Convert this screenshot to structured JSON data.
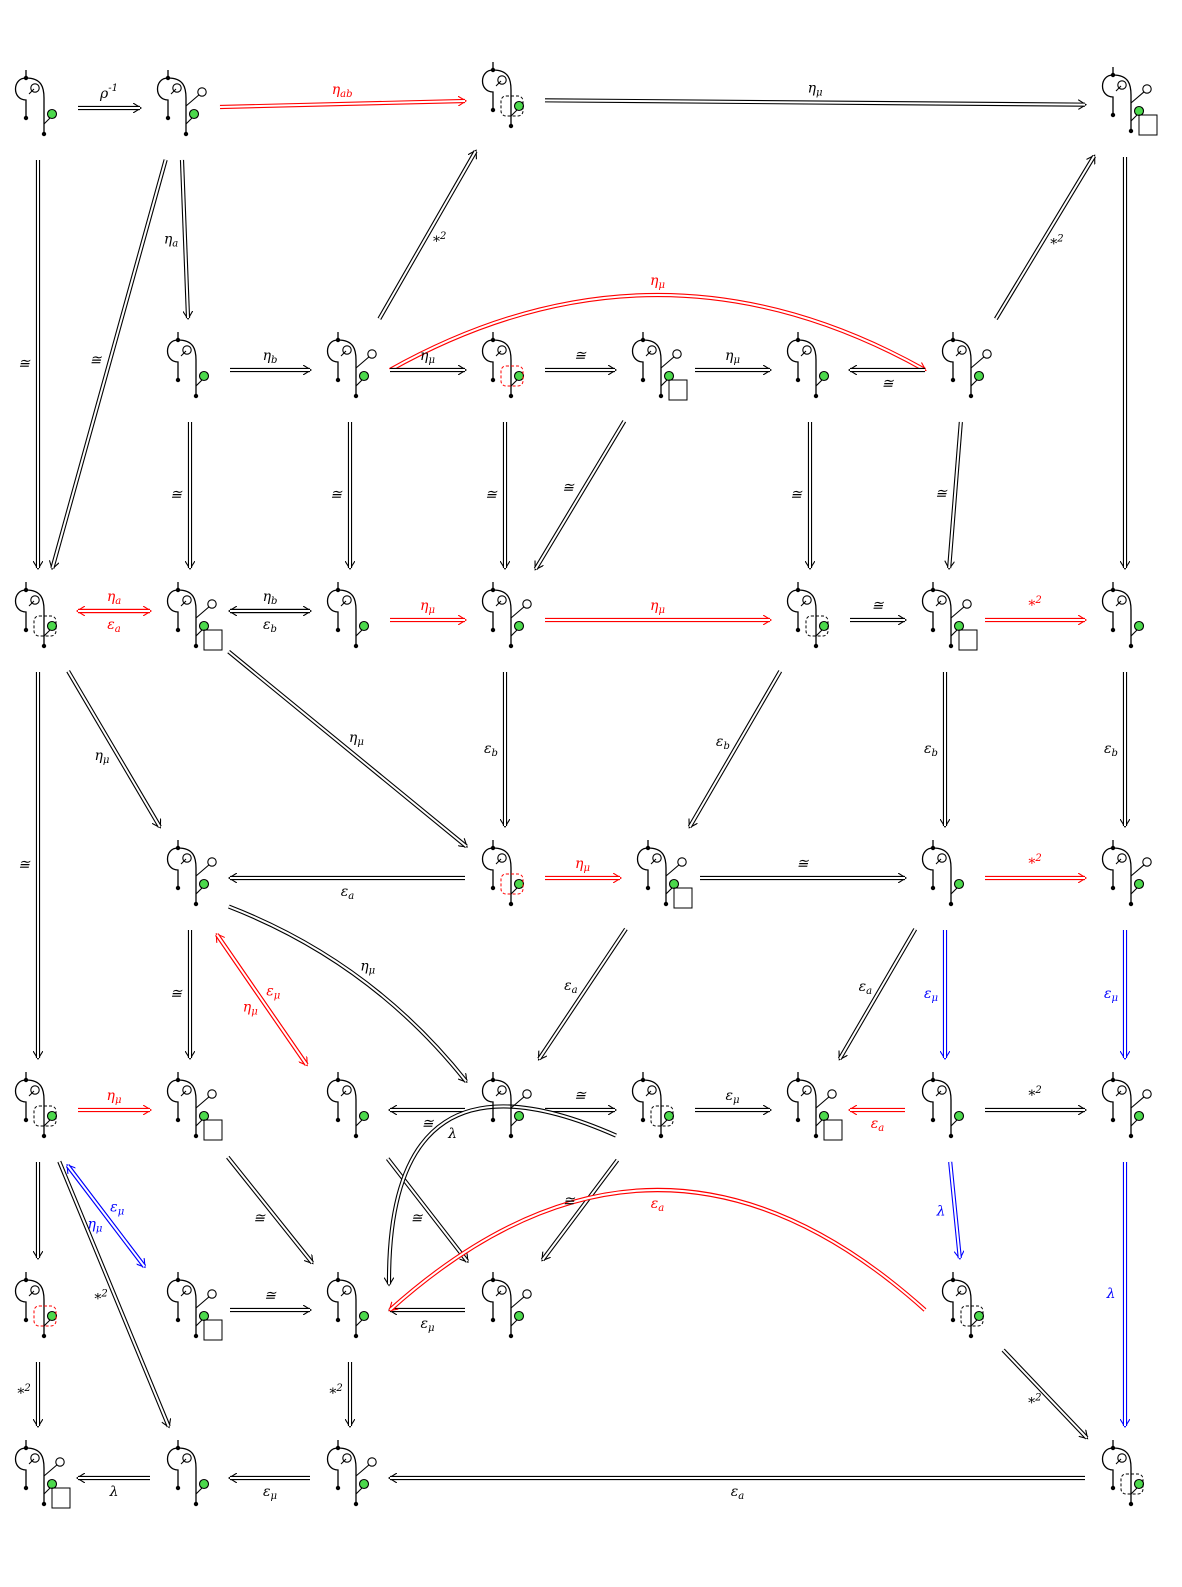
{
  "colors": {
    "black": "#000000",
    "red": "#ff0000",
    "blue": "#0000ff",
    "green_node": "#4cd94c"
  },
  "nodes": [
    {
      "id": "n_r0c0",
      "kind": "string-diagram"
    },
    {
      "id": "n_r0c1",
      "kind": "string-diagram"
    },
    {
      "id": "n_r0c2",
      "kind": "string-diagram"
    },
    {
      "id": "n_r0c3",
      "kind": "string-diagram"
    },
    {
      "id": "n_r1c1",
      "kind": "string-diagram"
    },
    {
      "id": "n_r1c2",
      "kind": "string-diagram"
    },
    {
      "id": "n_r1c3",
      "kind": "string-diagram"
    },
    {
      "id": "n_r1c4",
      "kind": "string-diagram"
    },
    {
      "id": "n_r1c5",
      "kind": "string-diagram"
    },
    {
      "id": "n_r1c6",
      "kind": "string-diagram"
    },
    {
      "id": "n_r2c0",
      "kind": "string-diagram"
    },
    {
      "id": "n_r2c1",
      "kind": "string-diagram"
    },
    {
      "id": "n_r2c2",
      "kind": "string-diagram"
    },
    {
      "id": "n_r2c3",
      "kind": "string-diagram"
    },
    {
      "id": "n_r2c4",
      "kind": "string-diagram"
    },
    {
      "id": "n_r2c5",
      "kind": "string-diagram"
    },
    {
      "id": "n_r2c6",
      "kind": "string-diagram"
    },
    {
      "id": "n_r3c1",
      "kind": "string-diagram"
    },
    {
      "id": "n_r3c3",
      "kind": "string-diagram"
    },
    {
      "id": "n_r3c4",
      "kind": "string-diagram"
    },
    {
      "id": "n_r3c5",
      "kind": "string-diagram"
    },
    {
      "id": "n_r3c6",
      "kind": "string-diagram"
    },
    {
      "id": "n_r4c0",
      "kind": "string-diagram"
    },
    {
      "id": "n_r4c1",
      "kind": "string-diagram"
    },
    {
      "id": "n_r4c2",
      "kind": "string-diagram"
    },
    {
      "id": "n_r4c3",
      "kind": "string-diagram"
    },
    {
      "id": "n_r4c4",
      "kind": "string-diagram"
    },
    {
      "id": "n_r4c5",
      "kind": "string-diagram"
    },
    {
      "id": "n_r4c6",
      "kind": "string-diagram"
    },
    {
      "id": "n_r4c7",
      "kind": "string-diagram"
    },
    {
      "id": "n_r5c0",
      "kind": "string-diagram"
    },
    {
      "id": "n_r5c1",
      "kind": "string-diagram"
    },
    {
      "id": "n_r5c2",
      "kind": "string-diagram"
    },
    {
      "id": "n_r5c3",
      "kind": "string-diagram"
    },
    {
      "id": "n_r5c5",
      "kind": "string-diagram"
    },
    {
      "id": "n_r6c0",
      "kind": "string-diagram"
    },
    {
      "id": "n_r6c1",
      "kind": "string-diagram"
    },
    {
      "id": "n_r6c2",
      "kind": "string-diagram"
    },
    {
      "id": "n_r6c3",
      "kind": "string-diagram"
    }
  ],
  "arrows": [
    {
      "from": "n_r0c0",
      "to": "n_r0c1",
      "label": "ρ^{-1}",
      "color": "black"
    },
    {
      "from": "n_r0c1",
      "to": "n_r0c2",
      "label": "η_{ab}",
      "color": "red"
    },
    {
      "from": "n_r0c2",
      "to": "n_r0c3",
      "label": "η_μ",
      "color": "black"
    },
    {
      "from": "n_r1c2",
      "to": "n_r1c6",
      "label": "η_μ",
      "color": "red"
    },
    {
      "from": "n_r0c0",
      "to": "n_r2c0",
      "label": "≅",
      "color": "black"
    },
    {
      "from": "n_r0c1",
      "to": "n_r2c0",
      "label": "≅",
      "color": "black"
    },
    {
      "from": "n_r0c1",
      "to": "n_r1c1",
      "label": "η_a",
      "color": "black"
    },
    {
      "from": "n_r1c2",
      "to": "n_r0c2",
      "label": "*^2",
      "color": "black"
    },
    {
      "from": "n_r1c6",
      "to": "n_r0c3",
      "label": "*^2",
      "color": "black"
    },
    {
      "from": "n_r0c3",
      "to": "n_r2c6",
      "label": "",
      "color": "black"
    },
    {
      "from": "n_r1c1",
      "to": "n_r1c2",
      "label": "η_b",
      "color": "black"
    },
    {
      "from": "n_r1c2",
      "to": "n_r1c3",
      "label": "η_μ",
      "color": "black"
    },
    {
      "from": "n_r1c3",
      "to": "n_r1c4",
      "label": "≅",
      "color": "black"
    },
    {
      "from": "n_r1c4",
      "to": "n_r1c5",
      "label": "η_μ",
      "color": "black"
    },
    {
      "from": "n_r1c6",
      "to": "n_r1c5",
      "label": "≅",
      "color": "black"
    },
    {
      "from": "n_r1c1",
      "to": "n_r2c1",
      "label": "≅",
      "color": "black"
    },
    {
      "from": "n_r1c2",
      "to": "n_r2c2",
      "label": "≅",
      "color": "black"
    },
    {
      "from": "n_r1c3",
      "to": "n_r2c3",
      "label": "≅",
      "color": "black"
    },
    {
      "from": "n_r1c4",
      "to": "n_r2c3",
      "label": "≅",
      "color": "black"
    },
    {
      "from": "n_r1c5",
      "to": "n_r2c4",
      "label": "≅",
      "color": "black"
    },
    {
      "from": "n_r1c6",
      "to": "n_r2c5",
      "label": "≅",
      "color": "black"
    },
    {
      "from": "n_r2c0",
      "to": "n_r2c1",
      "label": "η_a",
      "color": "red"
    },
    {
      "from": "n_r2c1",
      "to": "n_r2c0",
      "label": "ε_a",
      "color": "red"
    },
    {
      "from": "n_r2c1",
      "to": "n_r2c2",
      "label": "η_b",
      "color": "black"
    },
    {
      "from": "n_r2c2",
      "to": "n_r2c1",
      "label": "ε_b",
      "color": "black"
    },
    {
      "from": "n_r2c2",
      "to": "n_r2c3",
      "label": "η_μ",
      "color": "red"
    },
    {
      "from": "n_r2c3",
      "to": "n_r2c4",
      "label": "η_μ",
      "color": "red"
    },
    {
      "from": "n_r2c4",
      "to": "n_r2c5",
      "label": "≅",
      "color": "black"
    },
    {
      "from": "n_r2c5",
      "to": "n_r2c6",
      "label": "*^2",
      "color": "red"
    },
    {
      "from": "n_r2c0",
      "to": "n_r4c0",
      "label": "≅",
      "color": "black"
    },
    {
      "from": "n_r2c0",
      "to": "n_r3c1",
      "label": "η_μ",
      "color": "black"
    },
    {
      "from": "n_r2c1",
      "to": "n_r3c3",
      "label": "η_μ",
      "color": "black"
    },
    {
      "from": "n_r2c3",
      "to": "n_r3c3",
      "label": "ε_b",
      "color": "black"
    },
    {
      "from": "n_r2c4",
      "to": "n_r3c4",
      "label": "ε_b",
      "color": "black"
    },
    {
      "from": "n_r2c5",
      "to": "n_r3c5",
      "label": "ε_b",
      "color": "black"
    },
    {
      "from": "n_r2c6",
      "to": "n_r3c6",
      "label": "ε_b",
      "color": "black"
    },
    {
      "from": "n_r3c3",
      "to": "n_r3c1",
      "label": "ε_a",
      "color": "black"
    },
    {
      "from": "n_r3c3",
      "to": "n_r3c4",
      "label": "η_μ",
      "color": "red"
    },
    {
      "from": "n_r3c4",
      "to": "n_r3c5",
      "label": "≅",
      "color": "black"
    },
    {
      "from": "n_r3c5",
      "to": "n_r3c6",
      "label": "*^2",
      "color": "red"
    },
    {
      "from": "n_r3c1",
      "to": "n_r4c1",
      "label": "≅",
      "color": "black"
    },
    {
      "from": "n_r3c1",
      "to": "n_r4c2",
      "label": "η_μ",
      "color": "red"
    },
    {
      "from": "n_r4c2",
      "to": "n_r3c1",
      "label": "ε_μ",
      "color": "red"
    },
    {
      "from": "n_r3c1",
      "to": "n_r4c3",
      "label": "η_μ",
      "color": "black"
    },
    {
      "from": "n_r3c4",
      "to": "n_r4c3",
      "label": "ε_a",
      "color": "black"
    },
    {
      "from": "n_r3c5",
      "to": "n_r4c5",
      "label": "ε_a",
      "color": "black"
    },
    {
      "from": "n_r3c5",
      "to": "n_r4c6",
      "label": "ε_μ",
      "color": "blue"
    },
    {
      "from": "n_r3c6",
      "to": "n_r4c7",
      "label": "ε_μ",
      "color": "blue"
    },
    {
      "from": "n_r4c0",
      "to": "n_r4c1",
      "label": "η_μ",
      "color": "red"
    },
    {
      "from": "n_r4c3",
      "to": "n_r4c2",
      "label": "≅",
      "color": "black"
    },
    {
      "from": "n_r4c3",
      "to": "n_r4c4",
      "label": "≅",
      "color": "black"
    },
    {
      "from": "n_r4c4",
      "to": "n_r4c5",
      "label": "ε_μ",
      "color": "black"
    },
    {
      "from": "n_r4c6",
      "to": "n_r4c5",
      "label": "ε_a",
      "color": "red"
    },
    {
      "from": "n_r4c6",
      "to": "n_r4c7",
      "label": "*^2",
      "color": "black"
    },
    {
      "from": "n_r4c0",
      "to": "n_r5c0",
      "label": "",
      "color": "black"
    },
    {
      "from": "n_r4c0",
      "to": "n_r5c1",
      "label": "η_μ",
      "color": "blue"
    },
    {
      "from": "n_r5c1",
      "to": "n_r4c0",
      "label": "ε_μ",
      "color": "blue"
    },
    {
      "from": "n_r4c0",
      "to": "n_r6c1",
      "label": "*^2",
      "color": "black"
    },
    {
      "from": "n_r4c1",
      "to": "n_r5c2",
      "label": "≅",
      "color": "black"
    },
    {
      "from": "n_r4c2",
      "to": "n_r5c3",
      "label": "≅",
      "color": "black"
    },
    {
      "from": "n_r4c4",
      "to": "n_r5c3",
      "label": "≅",
      "color": "black"
    },
    {
      "from": "n_r4c4",
      "to": "n_r5c2",
      "label": "λ",
      "color": "black"
    },
    {
      "from": "n_r4c6",
      "to": "n_r5c5",
      "label": "λ",
      "color": "blue"
    },
    {
      "from": "n_r4c7",
      "to": "n_r6c3",
      "label": "λ",
      "color": "blue"
    },
    {
      "from": "n_r5c1",
      "to": "n_r5c2",
      "label": "≅",
      "color": "black"
    },
    {
      "from": "n_r5c3",
      "to": "n_r5c2",
      "label": "ε_μ",
      "color": "black"
    },
    {
      "from": "n_r5c5",
      "to": "n_r5c2",
      "label": "ε_a",
      "color": "red"
    },
    {
      "from": "n_r5c5",
      "to": "n_r6c3",
      "label": "*^2",
      "color": "black"
    },
    {
      "from": "n_r5c0",
      "to": "n_r6c0",
      "label": "*^2",
      "color": "black"
    },
    {
      "from": "n_r5c2",
      "to": "n_r6c2",
      "label": "*^2",
      "color": "black"
    },
    {
      "from": "n_r6c3",
      "to": "n_r6c2",
      "label": "ε_a",
      "color": "black"
    },
    {
      "from": "n_r6c2",
      "to": "n_r6c1",
      "label": "ε_μ",
      "color": "black"
    },
    {
      "from": "n_r6c1",
      "to": "n_r6c0",
      "label": "λ",
      "color": "black"
    }
  ]
}
